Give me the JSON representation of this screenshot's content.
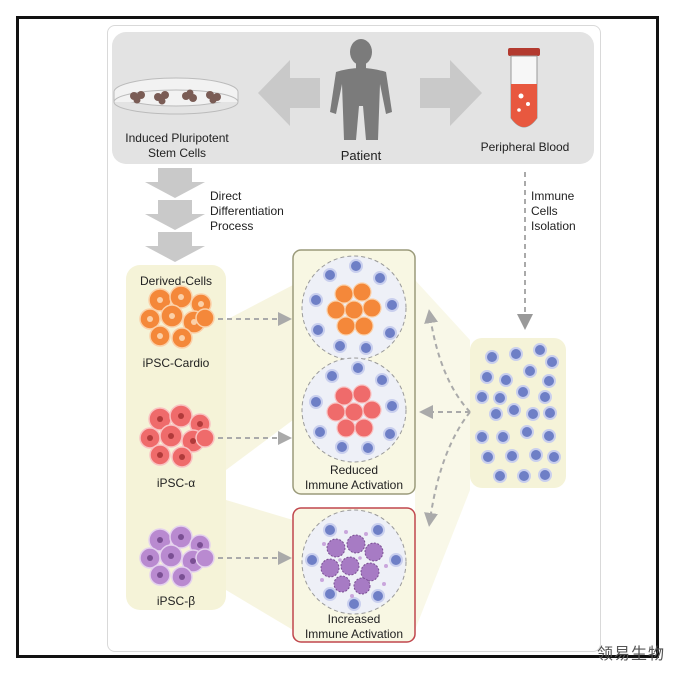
{
  "top_band": {
    "stem_cells_label_line1": "Induced Pluripotent",
    "stem_cells_label_line2": "Stem Cells",
    "patient_label": "Patient",
    "blood_label": "Peripheral Blood"
  },
  "process": {
    "line1": "Direct",
    "line2": "Differentiation",
    "line3": "Process"
  },
  "isolation": {
    "line1": "Immune",
    "line2": "Cells",
    "line3": "Isolation"
  },
  "derived": {
    "title": "Derived-Cells",
    "cell_types": [
      "iPSC-Cardio",
      "iPSC-α",
      "iPSC-β"
    ]
  },
  "results": {
    "reduced_line1": "Reduced",
    "reduced_line2": "Immune Activation",
    "increased_line1": "Increased",
    "increased_line2": "Immune Activation"
  },
  "watermark": "领易生物",
  "colors": {
    "cardio": "#f4883a",
    "alpha": "#ef6b6b",
    "beta": "#b98ad0",
    "immune": "#6e7fc6",
    "reduced_border": "#9a9a7a",
    "increased_border": "#c0474d",
    "band": "#e3e3e3",
    "pale": "#f5f3d8"
  }
}
